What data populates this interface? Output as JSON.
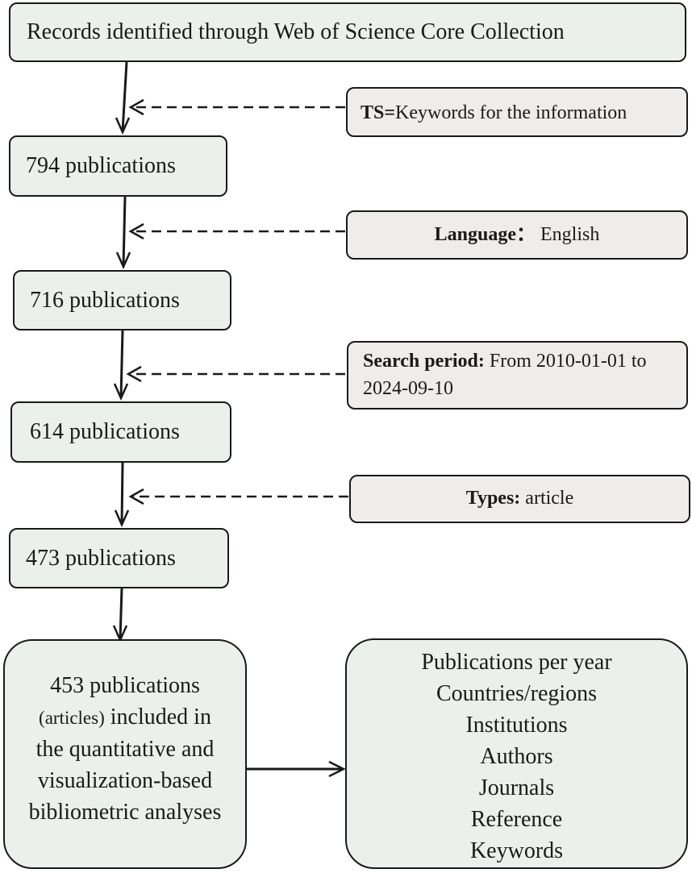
{
  "header_box": {
    "text": "Records identified through Web of Science Core Collection"
  },
  "steps": [
    {
      "text": "794 publications"
    },
    {
      "text": "716 publications"
    },
    {
      "text": "614 publications"
    },
    {
      "text": "473 publications"
    }
  ],
  "filters": [
    {
      "label": "TS=",
      "text": "Keywords for the information"
    },
    {
      "label": "Language：",
      "text": " English"
    },
    {
      "label": "Search period:",
      "text": " From 2010-01-01 to 2024-09-10"
    },
    {
      "label": "Types:",
      "text": " article"
    }
  ],
  "final_box": {
    "count": "453 publications",
    "paren": "(articles)",
    "line2_rest": " included in",
    "line3": "the quantitative and",
    "line4": "visualization-based",
    "line5": "bibliometric analyses"
  },
  "analysis_box": {
    "items": [
      "Publications per year",
      "Countries/regions",
      "Institutions",
      "Authors",
      "Journals",
      "Reference",
      "Keywords"
    ]
  }
}
